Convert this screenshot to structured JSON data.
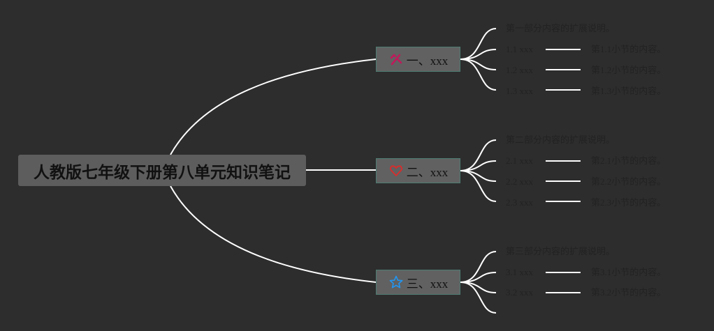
{
  "root": {
    "title": "人教版七年级下册第八单元知识笔记"
  },
  "branches": [
    {
      "label": "一、xxx",
      "icon": "tools-icon",
      "icon_color": "#c2185b",
      "note": "第一部分内容的扩展说明。",
      "items": [
        {
          "label": "1.1 xxx",
          "detail": "第1.1小节的内容。"
        },
        {
          "label": "1.2 xxx",
          "detail": "第1.2小节的内容。"
        },
        {
          "label": "1.3 xxx",
          "detail": "第1.3小节的内容。"
        }
      ]
    },
    {
      "label": "二、xxx",
      "icon": "heart-icon",
      "icon_color": "#d32f2f",
      "note": "第二部分内容的扩展说明。",
      "items": [
        {
          "label": "2.1 xxx",
          "detail": "第2.1小节的内容。"
        },
        {
          "label": "2.2 xxx",
          "detail": "第2.2小节的内容。"
        },
        {
          "label": "2.3 xxx",
          "detail": "第2.3小节的内容。"
        }
      ]
    },
    {
      "label": "三、xxx",
      "icon": "star-icon",
      "icon_color": "#2196f3",
      "note": "第三部分内容的扩展说明。",
      "items": [
        {
          "label": "3.1 xxx",
          "detail": "第3.1小节的内容。"
        },
        {
          "label": "3.2 xxx",
          "detail": "第3.2小节的内容。"
        },
        {
          "label": "",
          "detail": ""
        }
      ]
    }
  ]
}
